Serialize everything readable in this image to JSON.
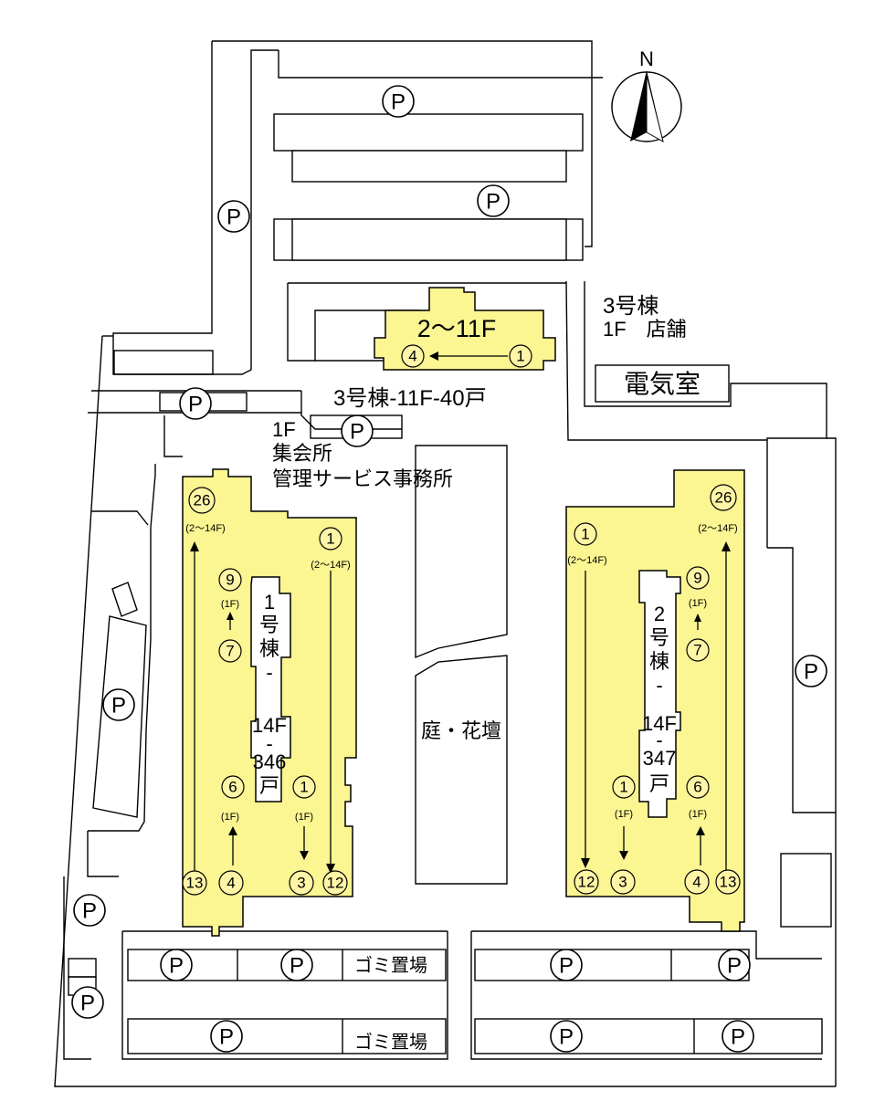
{
  "compass": {
    "label": "N"
  },
  "parking_label": "P",
  "building3": {
    "heading": "3号棟",
    "shop": "1F　店舗",
    "floors": "2〜11F",
    "title": "3号棟-11F-40戸",
    "unit_start": "1",
    "unit_end": "4"
  },
  "electrical_room": "電気室",
  "community": {
    "floor": "1F",
    "hall": "集会所",
    "office": "管理サービス事務所"
  },
  "garden": "庭・花壇",
  "building1": {
    "vertical_label": [
      "1",
      "号",
      "棟",
      "-",
      "14F",
      "-",
      "346",
      "戸"
    ],
    "units": {
      "u26": "26",
      "u1_top": "1",
      "u9": "9",
      "u7": "7",
      "u6": "6",
      "u1_mid": "1",
      "u13": "13",
      "u4": "4",
      "u3": "3",
      "u12": "12"
    },
    "range_2_14": "(2〜14F)",
    "range_1f": "(1F)"
  },
  "building2": {
    "vertical_label": [
      "2",
      "号",
      "棟",
      "-",
      "14F",
      "-",
      "347",
      "戸"
    ],
    "units": {
      "u1_top": "1",
      "u26": "26",
      "u9": "9",
      "u7": "7",
      "u1_mid": "1",
      "u6": "6",
      "u12": "12",
      "u3": "3",
      "u4": "4",
      "u13": "13"
    },
    "range_2_14": "(2〜14F)",
    "range_1f": "(1F)"
  },
  "garbage": {
    "upper": "ゴミ置場",
    "lower": "ゴミ置場"
  },
  "colors": {
    "building_fill": "#fbf592",
    "unit_circle_fill": "#fff5a6"
  }
}
